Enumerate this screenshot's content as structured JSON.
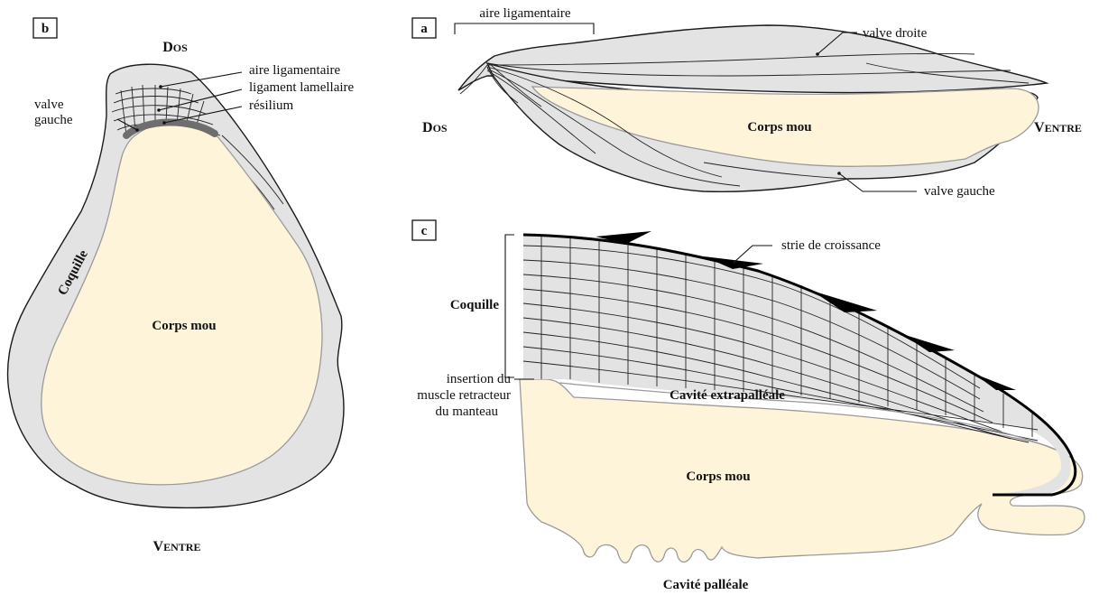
{
  "panels": {
    "a": "a",
    "b": "b",
    "c": "c"
  },
  "panel_a": {
    "aire_ligamentaire": "aire ligamentaire",
    "valve_droite": "valve droite",
    "valve_gauche": "valve gauche",
    "corps_mou": "Corps mou",
    "dos": {
      "big": "D",
      "small": "OS"
    },
    "ventre": {
      "big": "V",
      "small": "ENTRE"
    }
  },
  "panel_b": {
    "dos": {
      "big": "D",
      "small": "OS"
    },
    "ventre": {
      "big": "V",
      "small": "ENTRE"
    },
    "aire_ligamentaire": "aire ligamentaire",
    "ligament_lamellaire": "ligament lamellaire",
    "resilium": "résilium",
    "valve_gauche_1": "valve",
    "valve_gauche_2": "gauche",
    "coquille": "Coquille",
    "corps_mou": "Corps mou"
  },
  "panel_c": {
    "strie": "strie de croissance",
    "coquille": "Coquille",
    "insertion_1": "insertion du",
    "insertion_2": "muscle retracteur",
    "insertion_3": "du manteau",
    "cavite_extra": "Cavité extrapalléale",
    "corps_mou": "Corps mou",
    "cavite_palleale": "Cavité palléale"
  },
  "colors": {
    "shell": "#e3e3e3",
    "soft_body": "#fdf4d9",
    "outline": "#1a1a1a",
    "tissue_outline": "#9a9a9a"
  }
}
